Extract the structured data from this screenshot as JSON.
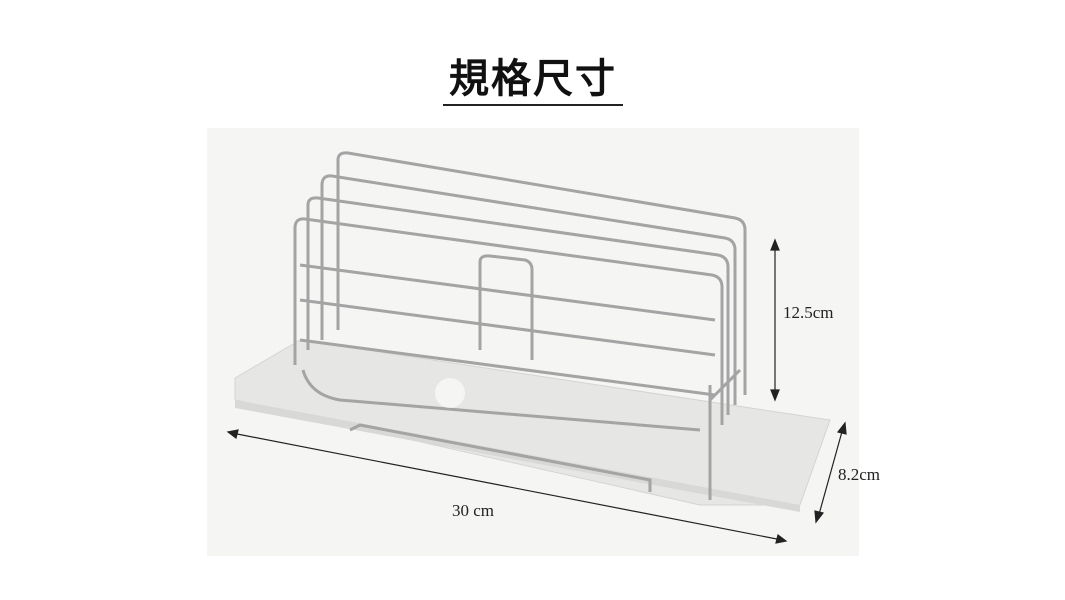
{
  "title": "規格尺寸",
  "dimensions": {
    "height": "12.5cm",
    "depth": "8.2cm",
    "width": "30 cm"
  },
  "colors": {
    "background": "#ffffff",
    "photo_background": "#f5f5f4",
    "rack": "#a8a8a8",
    "base": "#e8e8e6"
  }
}
